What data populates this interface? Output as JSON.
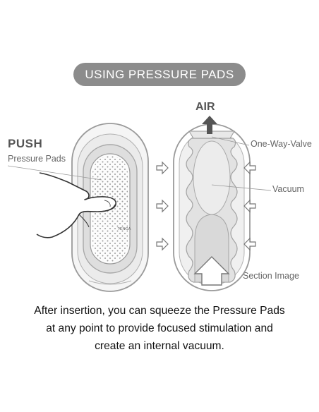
{
  "title": "USING PRESSURE PADS",
  "push": {
    "heading": "PUSH",
    "sub": "Pressure Pads"
  },
  "device_logo": "TENGA",
  "labels": {
    "air": "AIR",
    "valve": "One-Way-Valve",
    "vacuum": "Vacuum",
    "section": "Section Image"
  },
  "caption": [
    "After insertion, you can squeeze the Pressure Pads",
    "at any point to provide focused stimulation and",
    "create an internal vacuum."
  ],
  "icons": [
    "pointing-hand-icon",
    "arrow-right-icon",
    "arrow-left-icon",
    "arrow-up-icon"
  ],
  "colors": {
    "pill": "#8c8c8c",
    "outline": "#9a9a9a",
    "body_fill": "#f7f7f7",
    "pad_fill": "#e3e3e3"
  }
}
